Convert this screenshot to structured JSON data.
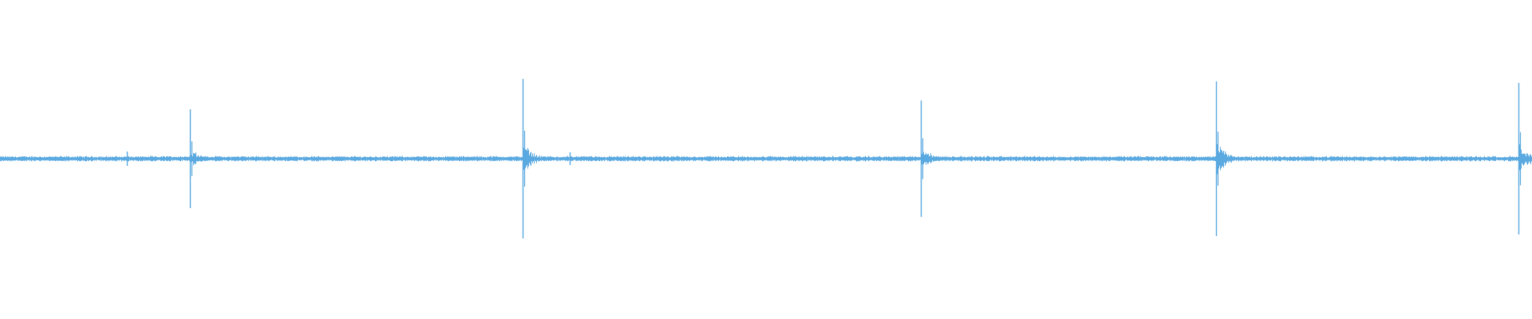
{
  "colors": {
    "background": "#ffffff",
    "waveform": "#5aa9e0"
  },
  "chart_data": {
    "type": "line",
    "title": "",
    "xlabel": "",
    "ylabel": "",
    "grid": false,
    "legend": "none",
    "ylim": [
      -1,
      1
    ],
    "xlim": [
      0,
      1
    ],
    "baseline_amplitude": 0.03,
    "peaks": [
      {
        "x": 0.083,
        "amplitude": 0.09
      },
      {
        "x": 0.124,
        "amplitude": 0.62
      },
      {
        "x": 0.341,
        "amplitude": 1.0
      },
      {
        "x": 0.372,
        "amplitude": 0.08
      },
      {
        "x": 0.601,
        "amplitude": 0.73
      },
      {
        "x": 0.794,
        "amplitude": 0.97
      },
      {
        "x": 0.991,
        "amplitude": 0.95
      }
    ]
  }
}
